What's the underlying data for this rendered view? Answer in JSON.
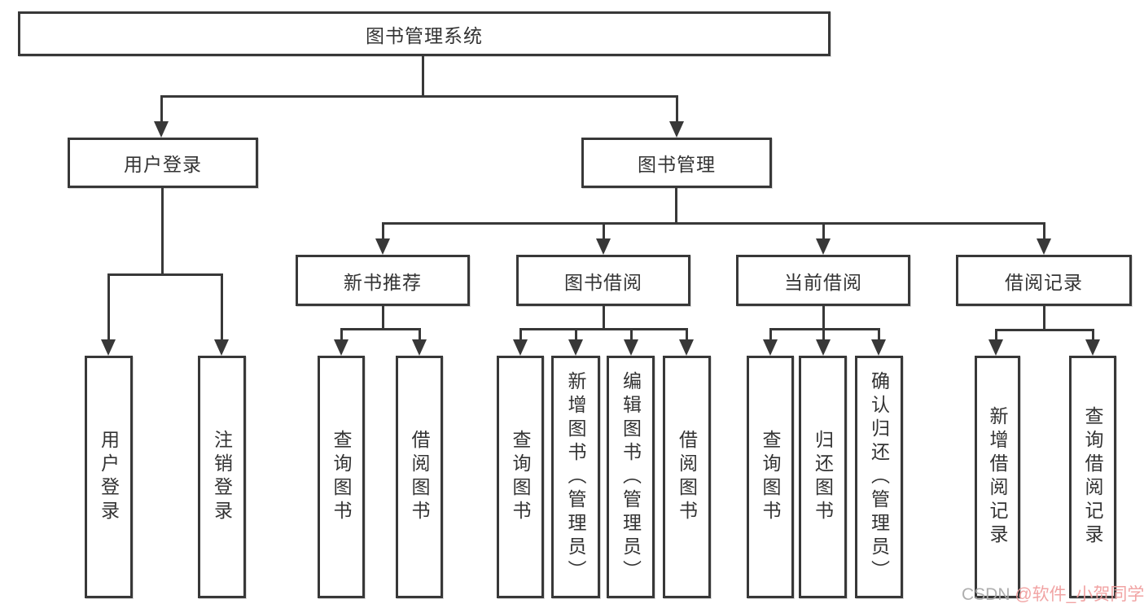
{
  "tree": {
    "root": {
      "label": "图书管理系统",
      "children": [
        {
          "label": "用户登录",
          "children": [
            {
              "label": "用户登录"
            },
            {
              "label": "注销登录"
            }
          ]
        },
        {
          "label": "图书管理",
          "children": [
            {
              "label": "新书推荐",
              "children": [
                {
                  "label": "查询图书"
                },
                {
                  "label": "借阅图书"
                }
              ]
            },
            {
              "label": "图书借阅",
              "children": [
                {
                  "label": "查询图书"
                },
                {
                  "label": "新增图书（管理员）"
                },
                {
                  "label": "编辑图书（管理员）"
                },
                {
                  "label": "借阅图书"
                }
              ]
            },
            {
              "label": "当前借阅",
              "children": [
                {
                  "label": "查询图书"
                },
                {
                  "label": "归还图书"
                },
                {
                  "label": "确认归还（管理员）"
                }
              ]
            },
            {
              "label": "借阅记录",
              "children": [
                {
                  "label": "新增借阅记录"
                },
                {
                  "label": "查询借阅记录"
                }
              ]
            }
          ]
        }
      ]
    }
  },
  "watermark": {
    "prefix": "CSDN ",
    "handle": "@软件_小贺同学"
  },
  "colors": {
    "line": "#383838",
    "text": "#333333",
    "background": "#ffffff",
    "watermark_prefix": "#a8a8a8",
    "watermark_handle": "#f09c9c"
  }
}
